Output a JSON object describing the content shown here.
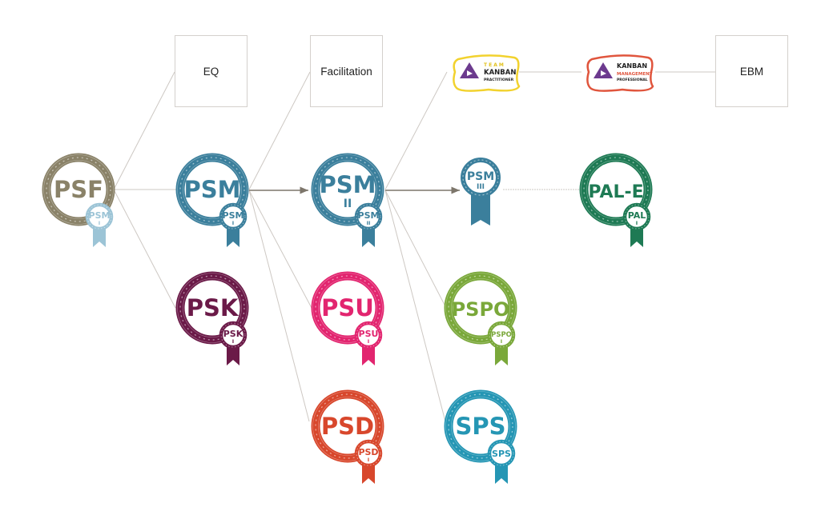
{
  "boxes": {
    "eq": "EQ",
    "facilitation": "Facilitation",
    "ebm": "EBM"
  },
  "kanban": {
    "team": {
      "line1": "TEAM",
      "line2": "KANBAN",
      "line3": "PRACTITIONER",
      "border": "#f2d22e"
    },
    "management": {
      "line1": "KANBAN",
      "line2": "MANAGEMENT",
      "line3": "PROFESSIONAL",
      "border": "#e0553d"
    }
  },
  "badges": [
    {
      "id": "psf",
      "title": "PSF",
      "sub": "",
      "seal": "PSM",
      "seal_level": "I",
      "color": "#8a8268",
      "seal_color": "#9cc4d6"
    },
    {
      "id": "psm",
      "title": "PSM",
      "sub": "",
      "seal": "PSM",
      "seal_level": "I",
      "color": "#3b7f9c",
      "seal_color": "#3b7f9c"
    },
    {
      "id": "psm2",
      "title": "PSM",
      "sub": "II",
      "seal": "PSM",
      "seal_level": "II",
      "color": "#3b7f9c",
      "seal_color": "#3b7f9c"
    },
    {
      "id": "psm3",
      "title": "PSM",
      "sub": "III",
      "seal": "",
      "seal_level": "",
      "color": "#3b7f9c",
      "seal_color": "#3b7f9c"
    },
    {
      "id": "pale",
      "title": "PAL-E",
      "sub": "",
      "seal": "PAL",
      "seal_level": "I",
      "color": "#1e7a54",
      "seal_color": "#1e7a54"
    },
    {
      "id": "psk",
      "title": "PSK",
      "sub": "",
      "seal": "PSK",
      "seal_level": "I",
      "color": "#6b1a48",
      "seal_color": "#6b1a48"
    },
    {
      "id": "psu",
      "title": "PSU",
      "sub": "",
      "seal": "PSU",
      "seal_level": "I",
      "color": "#e2256f",
      "seal_color": "#e2256f"
    },
    {
      "id": "pspo",
      "title": "PSPO",
      "sub": "",
      "seal": "PSPO",
      "seal_level": "I",
      "color": "#7aa83a",
      "seal_color": "#7aa83a"
    },
    {
      "id": "psd",
      "title": "PSD",
      "sub": "",
      "seal": "PSD",
      "seal_level": "I",
      "color": "#d8472c",
      "seal_color": "#d8472c"
    },
    {
      "id": "sps",
      "title": "SPS",
      "sub": "",
      "seal": "SPS",
      "seal_level": "",
      "color": "#2596b4",
      "seal_color": "#2596b4"
    }
  ],
  "colors": {
    "connector": "#cdc8c3",
    "arrow": "#7d766b"
  }
}
